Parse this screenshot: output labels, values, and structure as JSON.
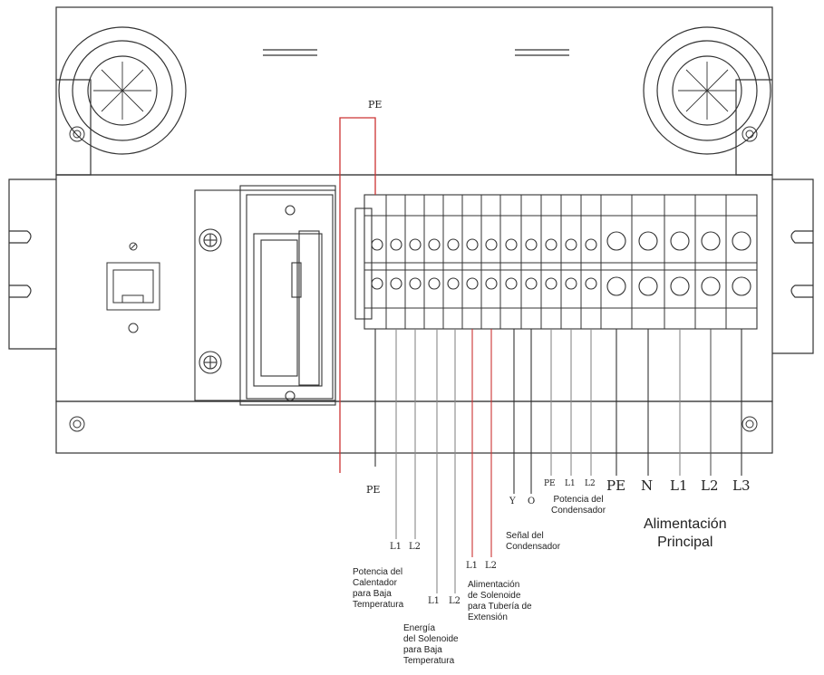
{
  "terminals_top": {
    "pe": "PE"
  },
  "terminals_bottom": {
    "pe": "PE",
    "heater_l1": "L1",
    "heater_l2": "L2",
    "solenoid_low_l1": "L1",
    "solenoid_low_l2": "L2",
    "solenoid_ext_l1": "L1",
    "solenoid_ext_l2": "L2",
    "signal_y": "Y",
    "signal_o": "O",
    "cond_pe": "PE",
    "cond_l1": "L1",
    "cond_l2": "L2",
    "main_pe": "PE",
    "main_n": "N",
    "main_l1": "L1",
    "main_l2": "L2",
    "main_l3": "L3"
  },
  "groups": {
    "heater": "Potencia del\nCalentador\npara Baja\nTemperatura",
    "solenoid_low": "Energía\ndel Solenoide\npara Baja\nTemperatura",
    "solenoid_ext": "Alimentación\nde Solenoide\npara Tubería de\nExtensión",
    "cond_signal": "Señal del\nCondensador",
    "cond_power": "Potencia del\nCondensador",
    "main_power": "Alimentación\nPrincipal"
  },
  "colors": {
    "line": "#333333",
    "red_wire": "#cc3333",
    "thin_wire": "#888888"
  }
}
